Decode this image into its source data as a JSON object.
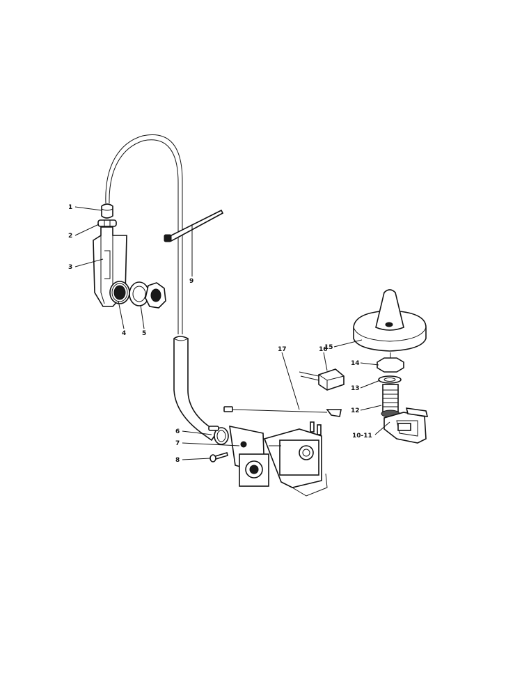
{
  "callouts": {
    "c1": "1",
    "c2": "2",
    "c3": "3",
    "c4": "4",
    "c5": "5",
    "c6": "6",
    "c7": "7",
    "c8": "8",
    "c9": "9",
    "c10_11": "10-11",
    "c12": "12",
    "c13": "13",
    "c14": "14",
    "c15": "15",
    "c16": "16",
    "c17": "17"
  }
}
